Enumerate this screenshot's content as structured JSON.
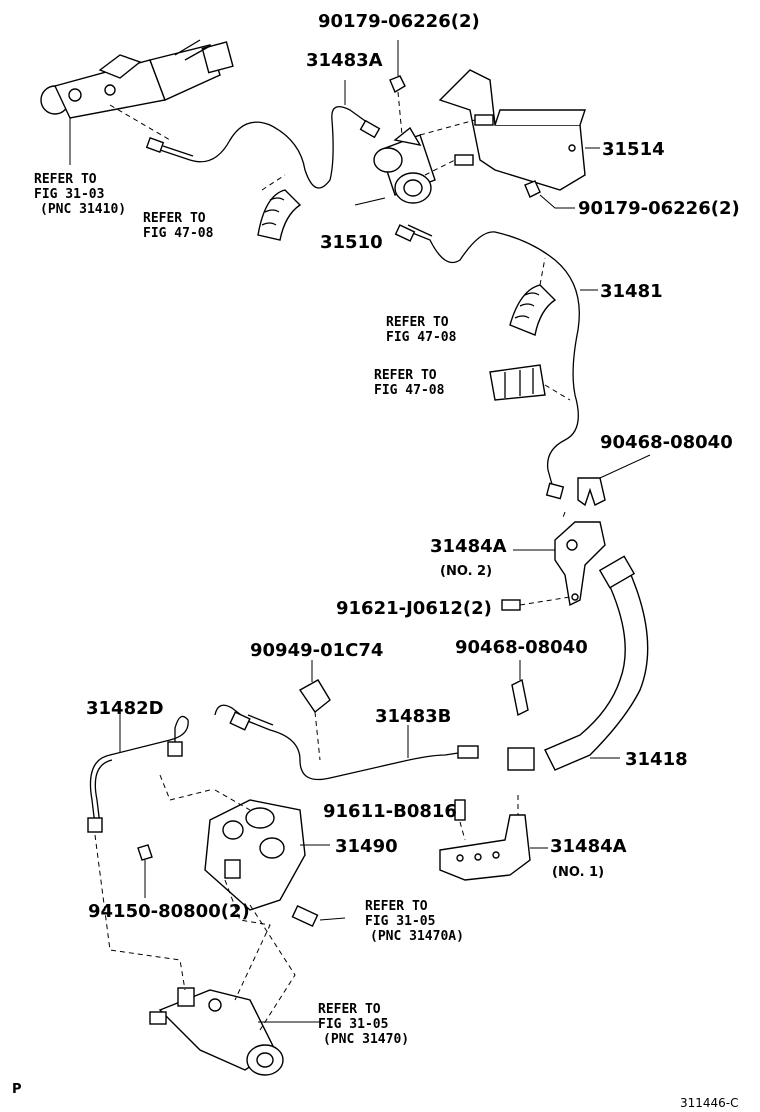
{
  "labels": {
    "p90179_top": "90179-06226(2)",
    "p31483a": "31483A",
    "p31514": "31514",
    "p90179_right": "90179-06226(2)",
    "p31510": "31510",
    "p31481": "31481",
    "p90468_top": "90468-08040",
    "p31484a_no2": "31484A",
    "no2": "(NO. 2)",
    "p91621": "91621-J0612(2)",
    "p90949": "90949-01C74",
    "p90468_mid": "90468-08040",
    "p31482d": "31482D",
    "p31483b": "31483B",
    "p31418": "31418",
    "p91611": "91611-B0816",
    "p31490": "31490",
    "p31484a_no1": "31484A",
    "no1": "(NO. 1)",
    "p94150": "94150-80800(2)",
    "footer_left": "P",
    "footer_right": "311446-C"
  },
  "refs": {
    "ref_31_03": [
      "REFER TO",
      "FIG 31-03",
      "(PNC 31410)"
    ],
    "ref_47_08_a": [
      "REFER TO",
      "FIG 47-08"
    ],
    "ref_47_08_b": [
      "REFER TO",
      "FIG 47-08"
    ],
    "ref_47_08_c": [
      "REFER TO",
      "FIG 47-08"
    ],
    "ref_31_05_a": [
      "REFER TO",
      "FIG 31-05",
      "(PNC 31470A)"
    ],
    "ref_31_05_b": [
      "REFER TO",
      "FIG 31-05",
      "(PNC 31470)"
    ]
  }
}
